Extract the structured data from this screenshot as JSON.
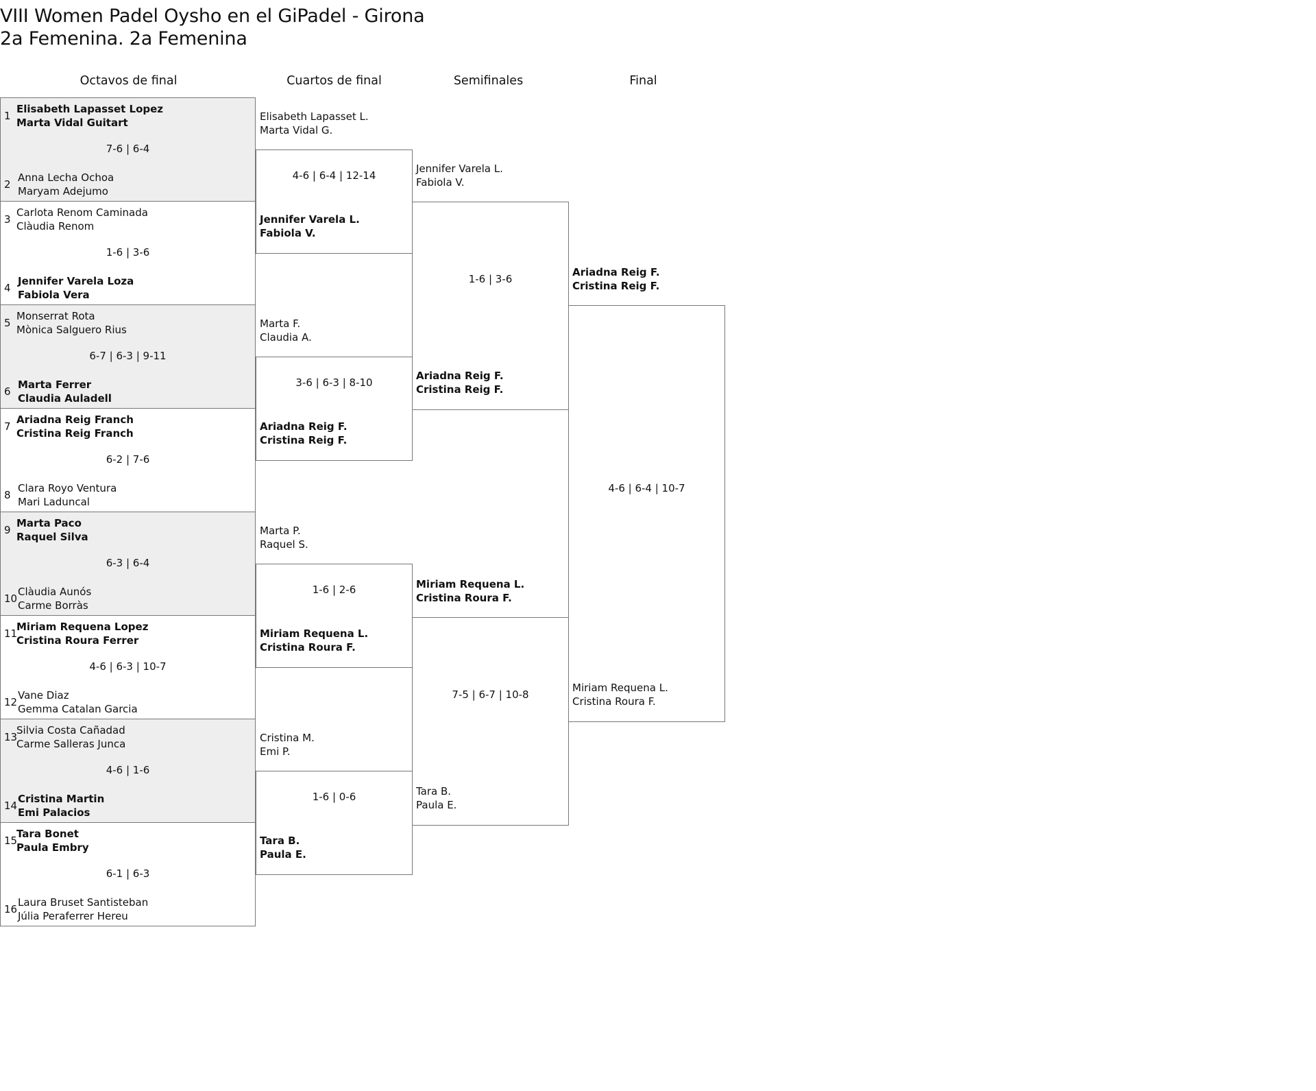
{
  "title": {
    "line1": "VIII Women Padel Oysho en el GiPadel - Girona",
    "line2": "2a Femenina. 2a Femenina"
  },
  "rounds": [
    "Octavos de final",
    "Cuartos de final",
    "Semifinales",
    "Final"
  ],
  "r16": [
    {
      "seed_a": "1",
      "a1": "Elisabeth Lapasset Lopez",
      "a2": "Marta Vidal Guitart",
      "score": "7-6 | 6-4",
      "seed_b": "2",
      "b1": "Anna Lecha Ochoa",
      "b2": "Maryam Adejumo",
      "winner": "a"
    },
    {
      "seed_a": "3",
      "a1": "Carlota Renom Caminada",
      "a2": "Clàudia Renom",
      "score": "1-6 | 3-6",
      "seed_b": "4",
      "b1": "Jennifer Varela Loza",
      "b2": "Fabiola Vera",
      "winner": "b"
    },
    {
      "seed_a": "5",
      "a1": "Monserrat Rota",
      "a2": "Mònica Salguero Rius",
      "score": "6-7 | 6-3 | 9-11",
      "seed_b": "6",
      "b1": "Marta Ferrer",
      "b2": "Claudia Auladell",
      "winner": "b"
    },
    {
      "seed_a": "7",
      "a1": "Ariadna Reig Franch",
      "a2": "Cristina Reig Franch",
      "score": "6-2 | 7-6",
      "seed_b": "8",
      "b1": "Clara Royo Ventura",
      "b2": "Mari Laduncal",
      "winner": "a"
    },
    {
      "seed_a": "9",
      "a1": "Marta Paco",
      "a2": "Raquel Silva",
      "score": "6-3 | 6-4",
      "seed_b": "10",
      "b1": "Clàudia Aunós",
      "b2": "Carme Borràs",
      "winner": "a"
    },
    {
      "seed_a": "11",
      "a1": "Miriam Requena Lopez",
      "a2": "Cristina Roura Ferrer",
      "score": "4-6 | 6-3 | 10-7",
      "seed_b": "12",
      "b1": "Vane Diaz",
      "b2": "Gemma Catalan Garcia",
      "winner": "a"
    },
    {
      "seed_a": "13",
      "a1": "Silvia Costa Cañadad",
      "a2": "Carme Salleras Junca",
      "score": "4-6 | 1-6",
      "seed_b": "14",
      "b1": "Cristina Martin",
      "b2": "Emi Palacios",
      "winner": "b"
    },
    {
      "seed_a": "15",
      "a1": "Tara Bonet",
      "a2": "Paula Embry",
      "score": "6-1 | 6-3",
      "seed_b": "16",
      "b1": "Laura Bruset Santisteban",
      "b2": "Júlia Peraferrer Hereu",
      "winner": "a"
    }
  ],
  "qf": [
    {
      "a1": "Elisabeth Lapasset L.",
      "a2": "Marta Vidal G.",
      "score": "4-6 | 6-4 | 12-14",
      "b1": "Jennifer Varela L.",
      "b2": "Fabiola V.",
      "winner": "b"
    },
    {
      "a1": "Marta F.",
      "a2": "Claudia A.",
      "score": "3-6 | 6-3 | 8-10",
      "b1": "Ariadna Reig F.",
      "b2": "Cristina Reig F.",
      "winner": "b"
    },
    {
      "a1": "Marta P.",
      "a2": "Raquel S.",
      "score": "1-6 | 2-6",
      "b1": "Miriam Requena L.",
      "b2": "Cristina Roura F.",
      "winner": "b"
    },
    {
      "a1": "Cristina M.",
      "a2": "Emi P.",
      "score": "1-6 | 0-6",
      "b1": "Tara B.",
      "b2": "Paula E.",
      "winner": "b"
    }
  ],
  "sf": [
    {
      "a1": "Jennifer Varela L.",
      "a2": "Fabiola V.",
      "score": "1-6 | 3-6",
      "b1": "Ariadna Reig F.",
      "b2": "Cristina Reig F.",
      "winner": "b"
    },
    {
      "a1": "Miriam Requena L.",
      "a2": "Cristina Roura F.",
      "score": "7-5 | 6-7 | 10-8",
      "b1": "Tara B.",
      "b2": "Paula E.",
      "winner": "a"
    }
  ],
  "final": {
    "a1": "Ariadna Reig F.",
    "a2": "Cristina Reig F.",
    "score": "4-6 | 6-4 | 10-7",
    "b1": "Miriam Requena L.",
    "b2": "Cristina Roura F.",
    "winner": "a"
  }
}
